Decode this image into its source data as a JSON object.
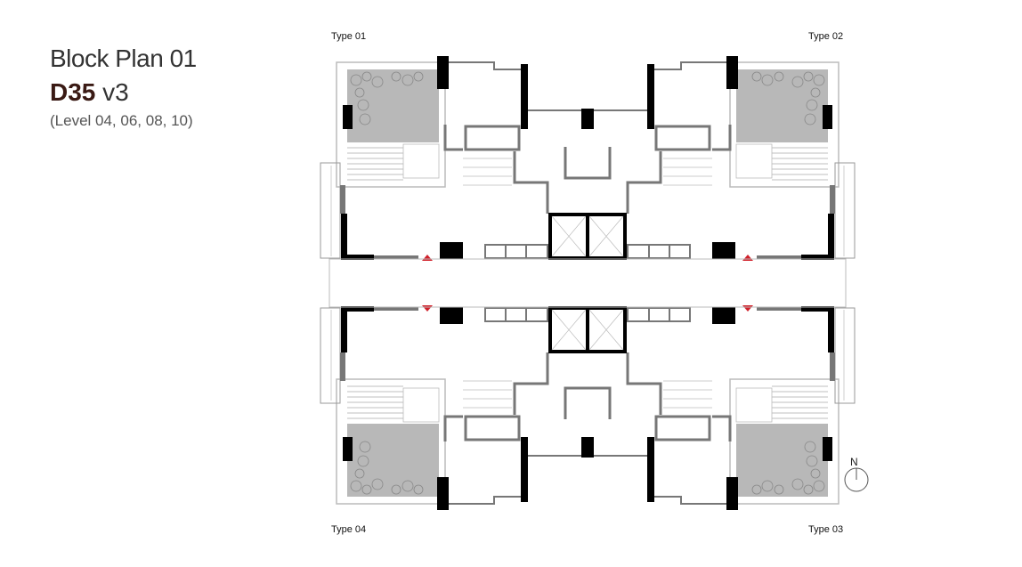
{
  "title": {
    "line1": "Block Plan 01",
    "code": "D35",
    "version": "v3",
    "levels": "(Level 04, 06, 08, 10)"
  },
  "unit_labels": {
    "top_left": "Type 01",
    "top_right": "Type 02",
    "bottom_left": "Type 04",
    "bottom_right": "Type 03"
  },
  "compass": {
    "north_label": "N"
  },
  "colors": {
    "accent_title": "#3a1a14",
    "garden": "#b8b8b8",
    "wall": "#000000",
    "partition": "#777777",
    "entry_marker": "#d0202a"
  }
}
